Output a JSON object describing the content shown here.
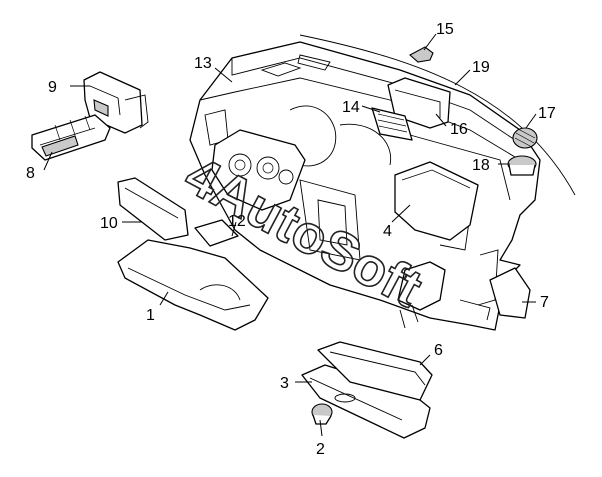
{
  "watermark": "4AutoSoft",
  "callouts": [
    "1",
    "2",
    "3",
    "4",
    "6",
    "7",
    "8",
    "9",
    "10",
    "12",
    "13",
    "14",
    "15",
    "16",
    "17",
    "18",
    "19"
  ],
  "colors": {
    "line": "#000000",
    "shade": "#c9c9c9",
    "background": "#ffffff"
  }
}
